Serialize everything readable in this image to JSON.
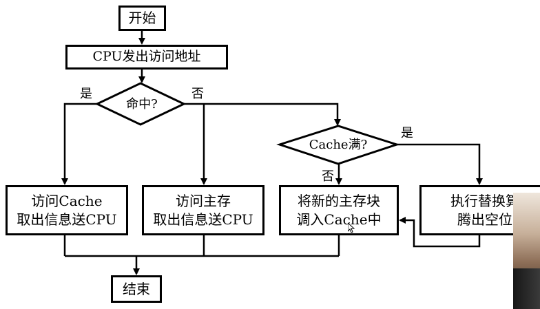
{
  "flowchart": {
    "start": "开始",
    "issue_address": "CPU发出访问地址",
    "hit_decision": "命中?",
    "hit_yes_label": "是",
    "hit_no_label": "否",
    "full_decision": "Cache满?",
    "full_yes_label": "是",
    "full_no_label": "否",
    "access_cache": [
      "访问Cache",
      "取出信息送CPU"
    ],
    "access_main_memory": [
      "访问主存",
      "取出信息送CPU"
    ],
    "load_block": [
      "将新的主存块",
      "调入Cache中"
    ],
    "replacement": [
      "执行替换算",
      "腾出空位"
    ],
    "end": "结束"
  }
}
